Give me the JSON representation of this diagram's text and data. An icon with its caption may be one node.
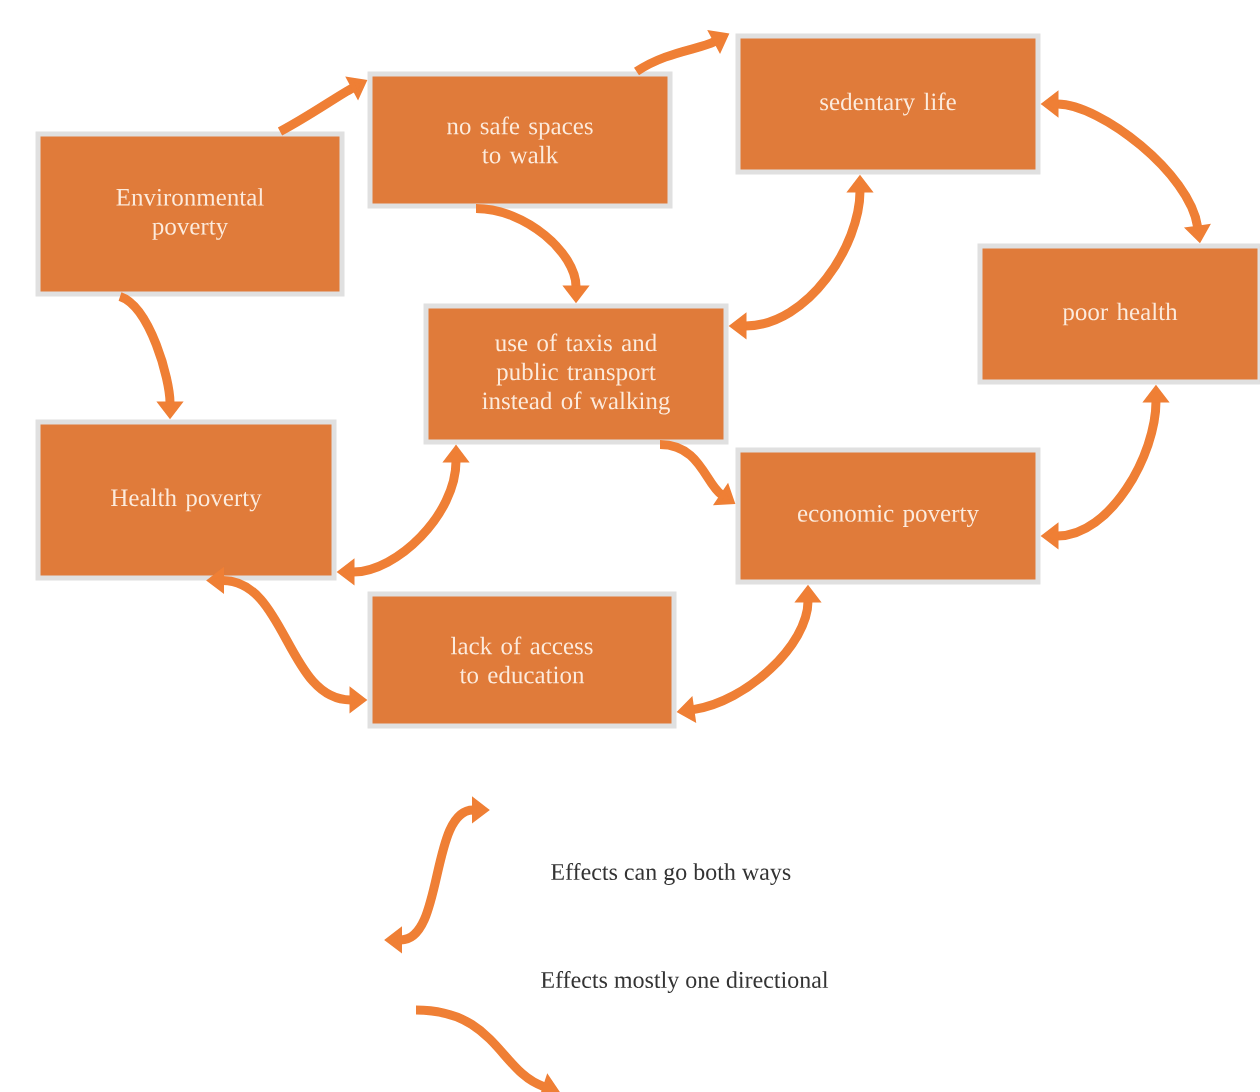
{
  "diagram": {
    "nodes": [
      {
        "text": [
          "Environmental poverty"
        ]
      },
      {
        "text": [
          "no safe spaces to walk"
        ]
      },
      {
        "text": [
          "sedentary life"
        ]
      },
      {
        "text": [
          "poor health"
        ]
      },
      {
        "text": [
          "use of taxis and public transport instead of walking"
        ]
      },
      {
        "text": [
          "Health poverty"
        ]
      },
      {
        "text": [
          "economic poverty"
        ]
      },
      {
        "text": [
          "lack of access to education"
        ]
      }
    ],
    "edges": [
      {
        "from": 0,
        "to": 1,
        "arrow": "to"
      },
      {
        "from": 1,
        "to": 2,
        "arrow": "to"
      },
      {
        "from": 2,
        "to": 3,
        "arrow": "both"
      },
      {
        "from": 0,
        "to": 5,
        "arrow": "to"
      },
      {
        "from": 1,
        "to": 4,
        "arrow": "to"
      },
      {
        "from": 4,
        "to": 2,
        "arrow": "both"
      },
      {
        "from": 4,
        "to": 5,
        "arrow": "both"
      },
      {
        "from": 4,
        "to": 6,
        "arrow": "to"
      },
      {
        "from": 5,
        "to": 7,
        "arrow": "both"
      },
      {
        "from": 7,
        "to": 6,
        "arrow": "both"
      },
      {
        "from": 6,
        "to": 3,
        "arrow": "both"
      }
    ],
    "legend": [
      {
        "text": "Effects can go both ways"
      },
      {
        "text": "Effects mostly one directional"
      }
    ]
  }
}
